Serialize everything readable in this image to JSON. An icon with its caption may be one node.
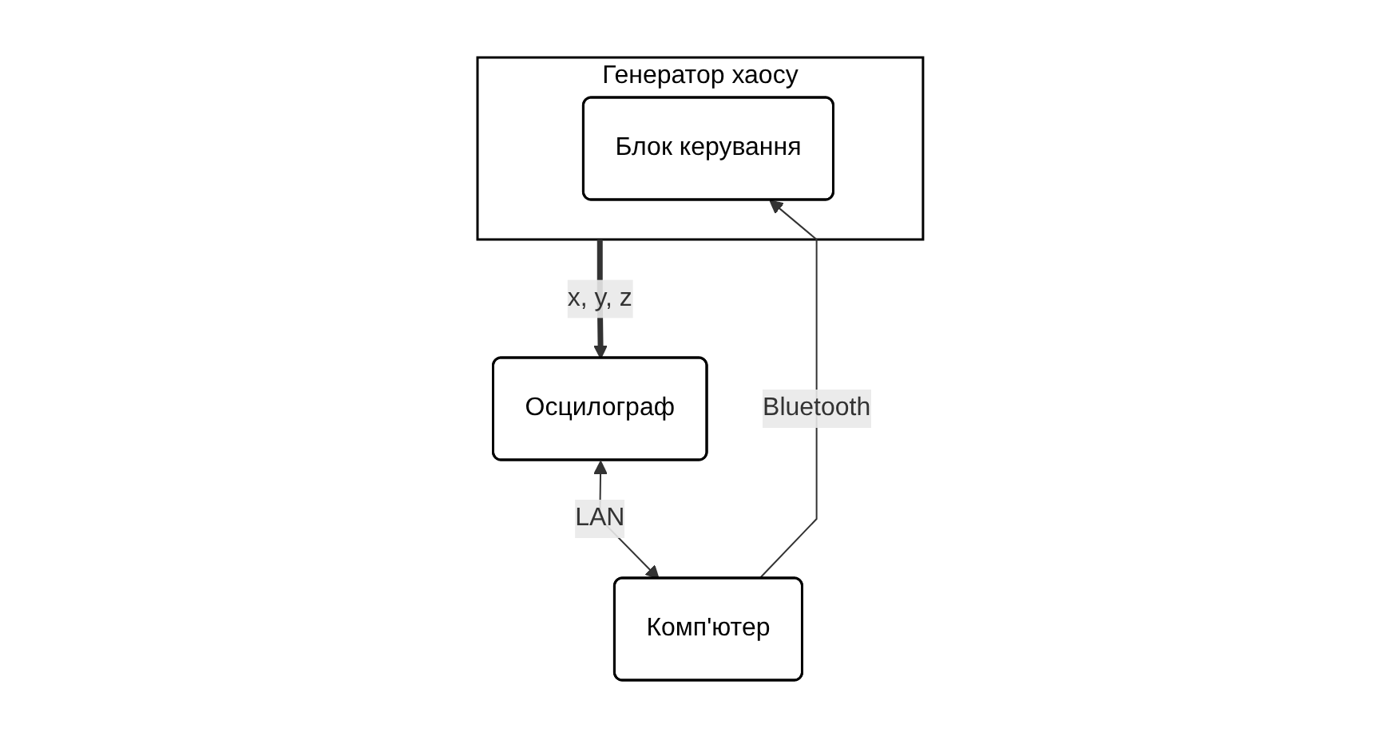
{
  "diagram": {
    "nodes": [
      {
        "text": [
          "Генератор хаосу"
        ]
      },
      {
        "text": [
          "Блок керування"
        ],
        "in": 0
      },
      {
        "text": [
          "Осцилограф"
        ]
      },
      {
        "text": [
          "Комп'ютер"
        ]
      }
    ],
    "edges": [
      {
        "from": 0,
        "to": 2,
        "arrow": "to",
        "label": "x, y, z",
        "style": "thick"
      },
      {
        "from": 3,
        "to": 1,
        "arrow": "to",
        "label": "Bluetooth"
      },
      {
        "from": 2,
        "to": 3,
        "arrow": "both",
        "label": "LAN"
      }
    ]
  }
}
